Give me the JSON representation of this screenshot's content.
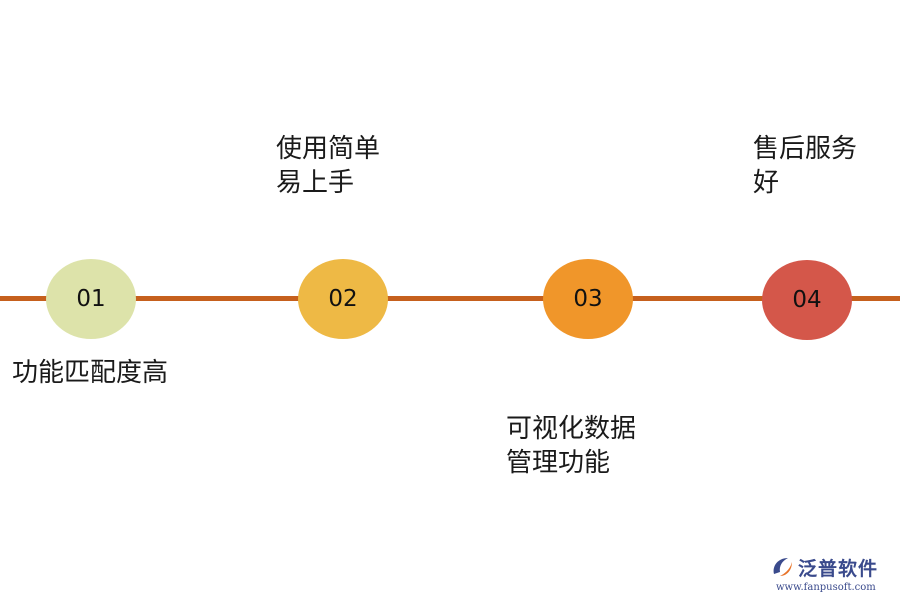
{
  "timeline": {
    "line_color": "#c6601d",
    "nodes": [
      {
        "number": "01",
        "color": "#dde3aa",
        "label_lines": [
          "功能匹配度高"
        ]
      },
      {
        "number": "02",
        "color": "#eeb945",
        "label_lines": [
          "使用简单",
          "易上手"
        ]
      },
      {
        "number": "03",
        "color": "#f0962a",
        "label_lines": [
          "可视化数据",
          "管理功能"
        ]
      },
      {
        "number": "04",
        "color": "#d4574a",
        "label_lines": [
          "售后服务",
          "好"
        ]
      }
    ]
  },
  "logo": {
    "name": "泛普软件",
    "url": "www.fanpusoft.com",
    "color": "#3a4a8c",
    "accent_color": "#e8742a"
  }
}
